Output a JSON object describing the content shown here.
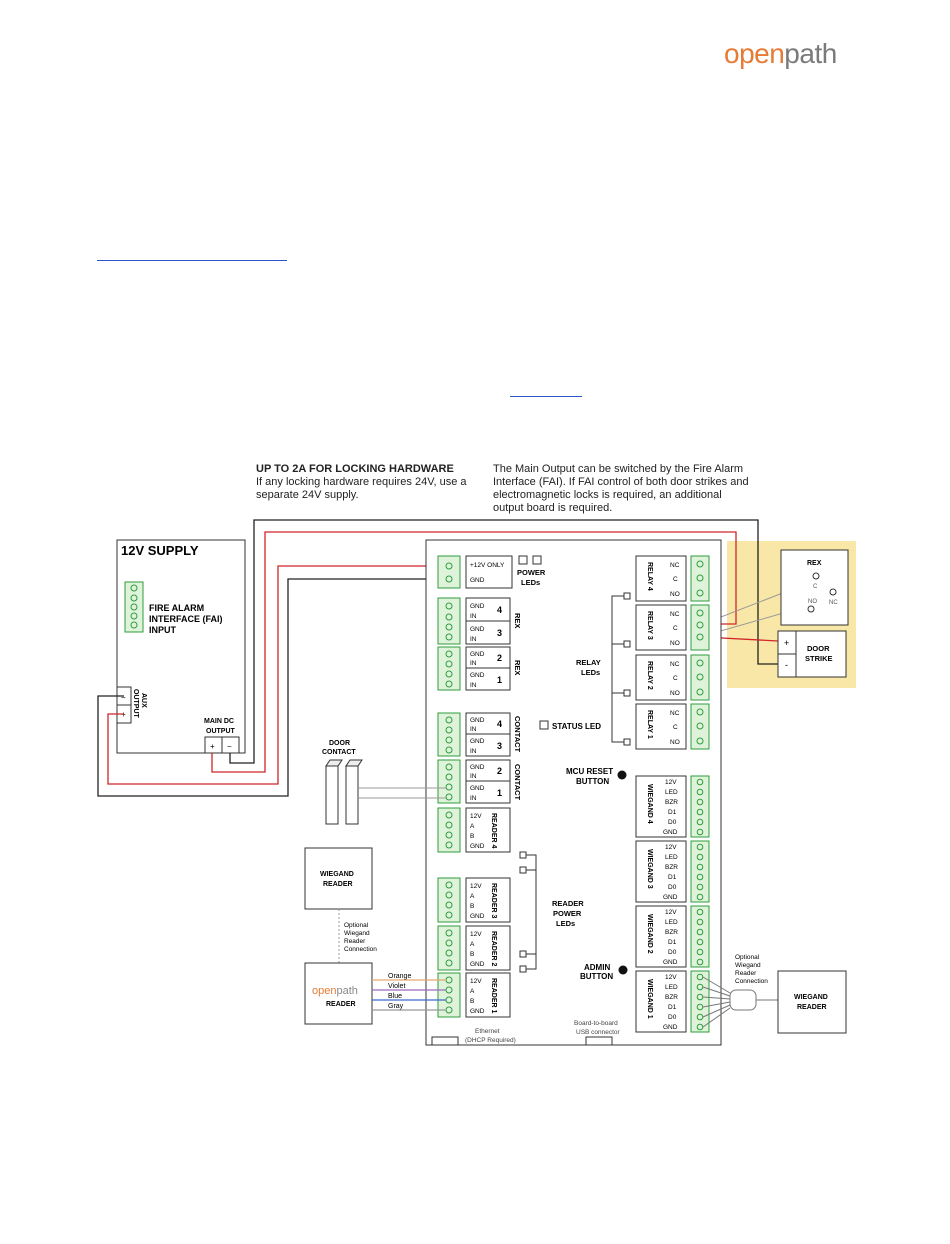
{
  "header": {
    "logo_part1": "open",
    "logo_part2": "path"
  },
  "notes": {
    "locking_title": "UP TO 2A FOR LOCKING HARDWARE",
    "locking_line1": "If any locking hardware requires 24V, use a",
    "locking_line2": "separate 24V supply.",
    "fai_line1": "The Main Output can be switched by the Fire Alarm",
    "fai_line2": "Interface (FAI). If FAI control of both door strikes and",
    "fai_line3": "electromagnetic locks is required, an additional",
    "fai_line4": "output board is required."
  },
  "supply": {
    "title": "12V SUPPLY",
    "fai1": "FIRE ALARM",
    "fai2": "INTERFACE (FAI)",
    "fai3": "INPUT",
    "aux1": "AUX",
    "aux2": "OUTPUT",
    "main1": "MAIN DC",
    "main2": "OUTPUT",
    "plus": "+",
    "minus": "−"
  },
  "board": {
    "power_in1": "+12V ONLY",
    "power_in2": "GND",
    "power_leds1": "POWER",
    "power_leds2": "LEDs",
    "rex": "REX",
    "contact": "CONTACT",
    "gnd": "GND",
    "in": "IN",
    "n1": "1",
    "n2": "2",
    "n3": "3",
    "n4": "4",
    "r12v": "12V",
    "ra": "A",
    "rb": "B",
    "rgnd": "GND",
    "reader1": "READER 1",
    "reader2": "READER 2",
    "reader3": "READER 3",
    "reader4": "READER 4",
    "relay1": "RELAY 1",
    "relay2": "RELAY 2",
    "relay3": "RELAY 3",
    "relay4": "RELAY 4",
    "nc": "NC",
    "c": "C",
    "no": "NO",
    "relay_leds1": "RELAY",
    "relay_leds2": "LEDs",
    "status_led": "STATUS LED",
    "mcu1": "MCU RESET",
    "mcu2": "BUTTON",
    "admin1": "ADMIN",
    "admin2": "BUTTON",
    "rpl1": "READER",
    "rpl2": "POWER",
    "rpl3": "LEDs",
    "wiegand1": "WIEGAND 1",
    "wiegand2": "WIEGAND 2",
    "wiegand3": "WIEGAND 3",
    "wiegand4": "WIEGAND 4",
    "w12v": "12V",
    "wled": "LED",
    "wbzr": "BZR",
    "wd1": "D1",
    "wd0": "D0",
    "wgnd": "GND",
    "eth1": "Ethernet",
    "eth2": "(DHCP Required)",
    "usb1": "Board-to-board",
    "usb2": "USB connector"
  },
  "devices": {
    "door_contact1": "DOOR",
    "door_contact2": "CONTACT",
    "wr1": "WIEGAND",
    "wr2": "READER",
    "opt1": "Optional",
    "opt2": "Wiegand",
    "opt3": "Reader",
    "opt4": "Connection",
    "op_logo1": "open",
    "op_logo2": "path",
    "op_reader": "READER",
    "orange": "Orange",
    "violet": "Violet",
    "blue": "Blue",
    "gray": "Gray",
    "rex": "REX",
    "rex_c": "C",
    "rex_no": "NO",
    "rex_nc": "NC",
    "strike1": "DOOR",
    "strike2": "STRIKE",
    "splus": "+",
    "sminus": "-"
  },
  "colors": {
    "brand": "#e57b35",
    "terminal": "#2e9e3e",
    "terminal_fill": "#dff2da",
    "highlight": "#f8e7a6",
    "wire_red": "#d0262a",
    "link": "#2a55c8"
  }
}
